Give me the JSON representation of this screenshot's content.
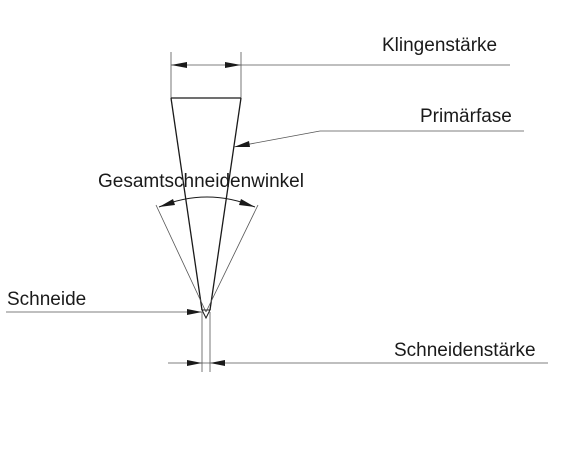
{
  "labels": {
    "klingenstaerke": "Klingenstärke",
    "primaerfase": "Primärfase",
    "gesamtschneidenwinkel": "Gesamtschneidenwinkel",
    "schneide": "Schneide",
    "schneidenstaerke": "Schneidenstärke"
  },
  "colors": {
    "line": "#1a1a1a",
    "text": "#1a1a1a",
    "background": "#ffffff"
  }
}
